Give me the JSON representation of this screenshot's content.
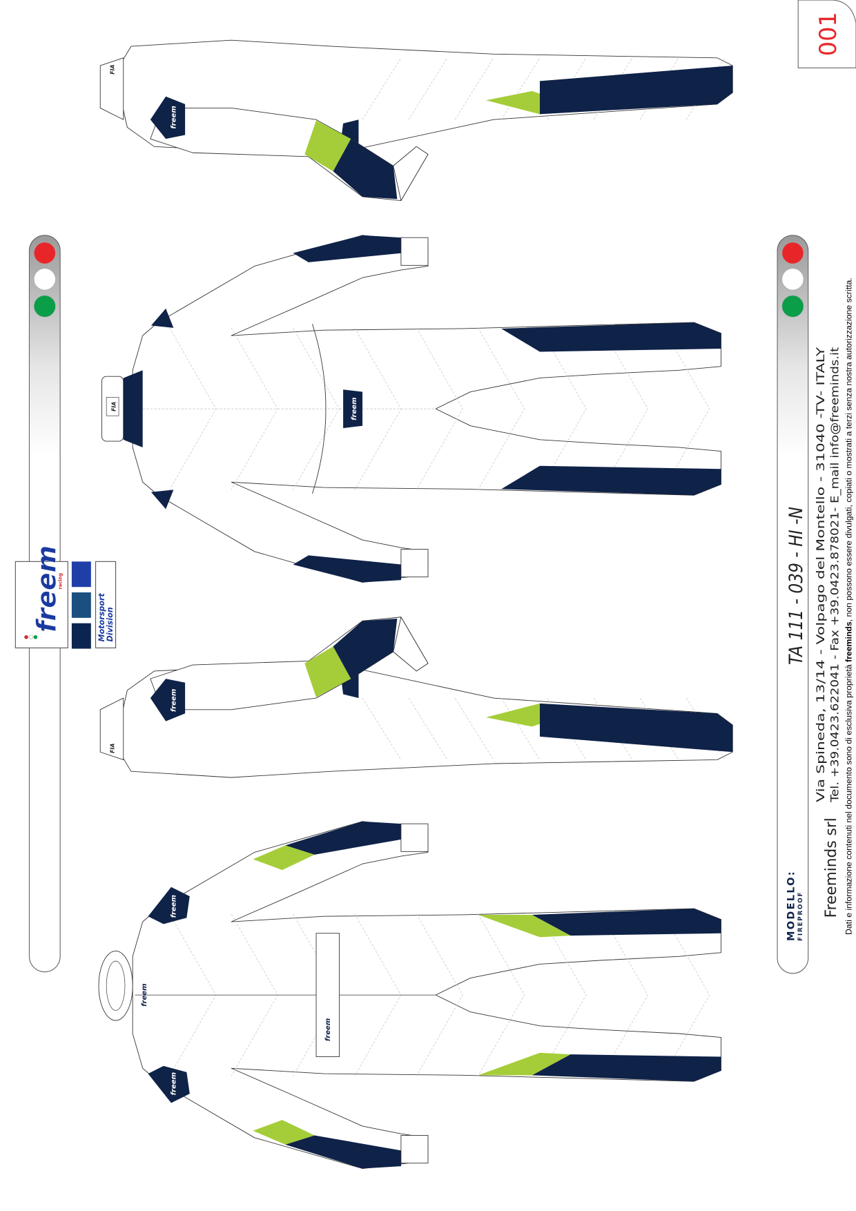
{
  "doc": {
    "page_number": "001",
    "title": "TA 111 - 039 - HI -N",
    "model_label": "MODELLO:",
    "model_value": "FIREPROOF",
    "company": "Freeminds srl",
    "address": "Via  Spineda,  13/14  -  Volpago  del  Montello  -  31040  -TV-  ITALY",
    "contacts": "Tel. +39.0423.622041 - Fax +39.0423.878021- E_mail  info@freeminds.it",
    "disclaimer": {
      "before": "Dati e informazione contenuti nel documento sono di esclusiva proprietà ",
      "bold": "freeminds",
      "after": ", non possono essere divulgati, copiati o mostrati a terzi senza nostra autorizzazione scritta."
    }
  },
  "logo": {
    "brand": "freem",
    "tagline": "racing",
    "division_line1": "Motorsport",
    "division_line2": "Division"
  },
  "suit_labels": {
    "brand": "freem",
    "fia": "FIA"
  },
  "colors": {
    "navy": "#0f2248",
    "lime": "#a5cd39",
    "outline": "#333333",
    "stitch": "#c8c8c8",
    "swatches": [
      "#1f3fa8",
      "#1b4f80",
      "#0c2550"
    ],
    "lights": [
      "#e8262a",
      "#ffffff",
      "#0a9e48"
    ],
    "page_number": "#e8262a",
    "logo_blue": "#1a3aa0"
  }
}
